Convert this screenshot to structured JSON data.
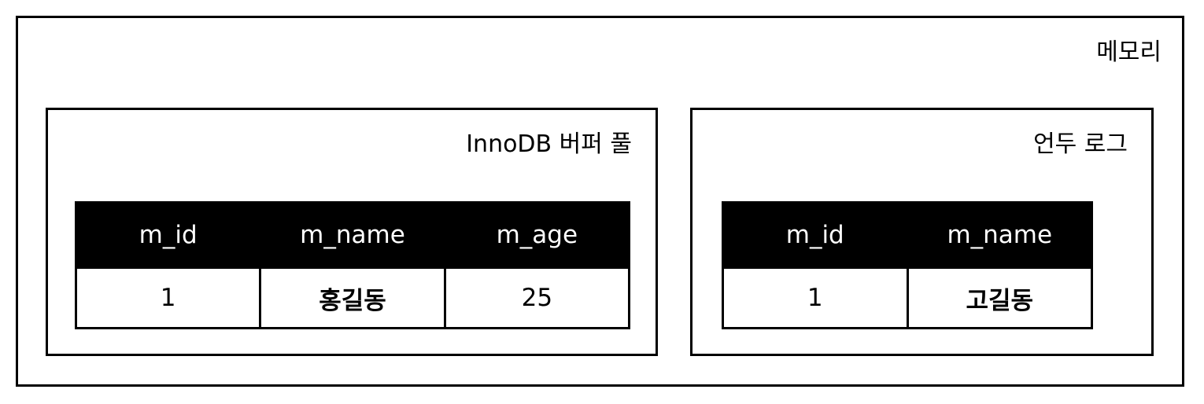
{
  "memory": {
    "title": "메모리"
  },
  "buffer_pool": {
    "title": "InnoDB 버퍼 풀",
    "headers": [
      "m_id",
      "m_name",
      "m_age"
    ],
    "row": [
      "1",
      "홍길동",
      "25"
    ]
  },
  "undo_log": {
    "title": "언두 로그",
    "headers": [
      "m_id",
      "m_name"
    ],
    "row": [
      "1",
      "고길동"
    ]
  }
}
